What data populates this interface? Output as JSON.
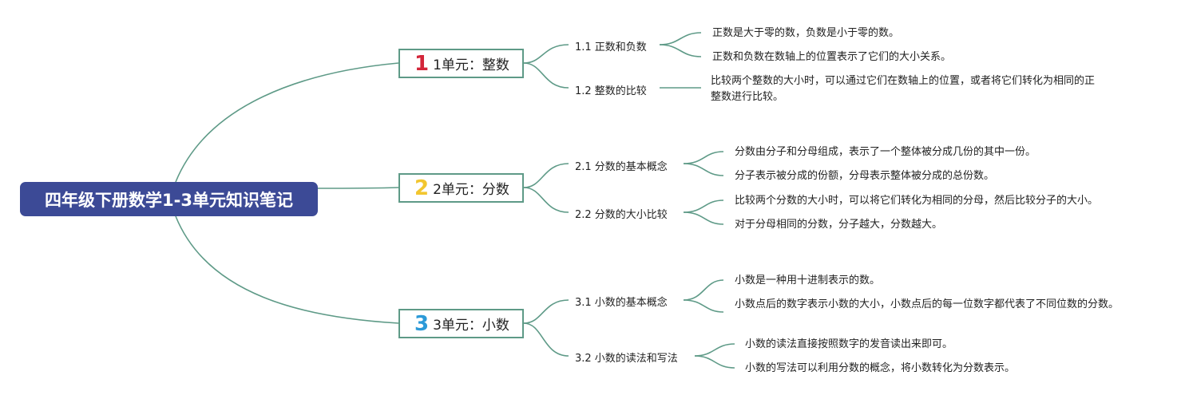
{
  "colors": {
    "root_bg": "#3c4a96",
    "connector": "#5e9a87",
    "unit_border": "#5e9a87",
    "num1": "#d3263a",
    "num2": "#f2c62f",
    "num3": "#2c9ad8"
  },
  "root": {
    "title": "四年级下册数学1-3单元知识笔记"
  },
  "units": [
    {
      "num": "1",
      "label": "1单元：整数",
      "sections": [
        {
          "label": "1.1 正数和负数",
          "notes": [
            "正数是大于零的数，负数是小于零的数。",
            "正数和负数在数轴上的位置表示了它们的大小关系。"
          ]
        },
        {
          "label": "1.2 整数的比较",
          "notes": [
            "比较两个整数的大小时，可以通过它们在数轴上的位置，或者将它们转化为相同的正整数进行比较。"
          ]
        }
      ]
    },
    {
      "num": "2",
      "label": "2单元：分数",
      "sections": [
        {
          "label": "2.1 分数的基本概念",
          "notes": [
            "分数由分子和分母组成，表示了一个整体被分成几份的其中一份。",
            "分子表示被分成的份额，分母表示整体被分成的总份数。"
          ]
        },
        {
          "label": "2.2 分数的大小比较",
          "notes": [
            "比较两个分数的大小时，可以将它们转化为相同的分母，然后比较分子的大小。",
            "对于分母相同的分数，分子越大，分数越大。"
          ]
        }
      ]
    },
    {
      "num": "3",
      "label": "3单元：小数",
      "sections": [
        {
          "label": "3.1 小数的基本概念",
          "notes": [
            "小数是一种用十进制表示的数。",
            "小数点后的数字表示小数的大小，小数点后的每一位数字都代表了不同位数的分数。"
          ]
        },
        {
          "label": "3.2 小数的读法和写法",
          "notes": [
            "小数的读法直接按照数字的发音读出来即可。",
            "小数的写法可以利用分数的概念，将小数转化为分数表示。"
          ]
        }
      ]
    }
  ]
}
